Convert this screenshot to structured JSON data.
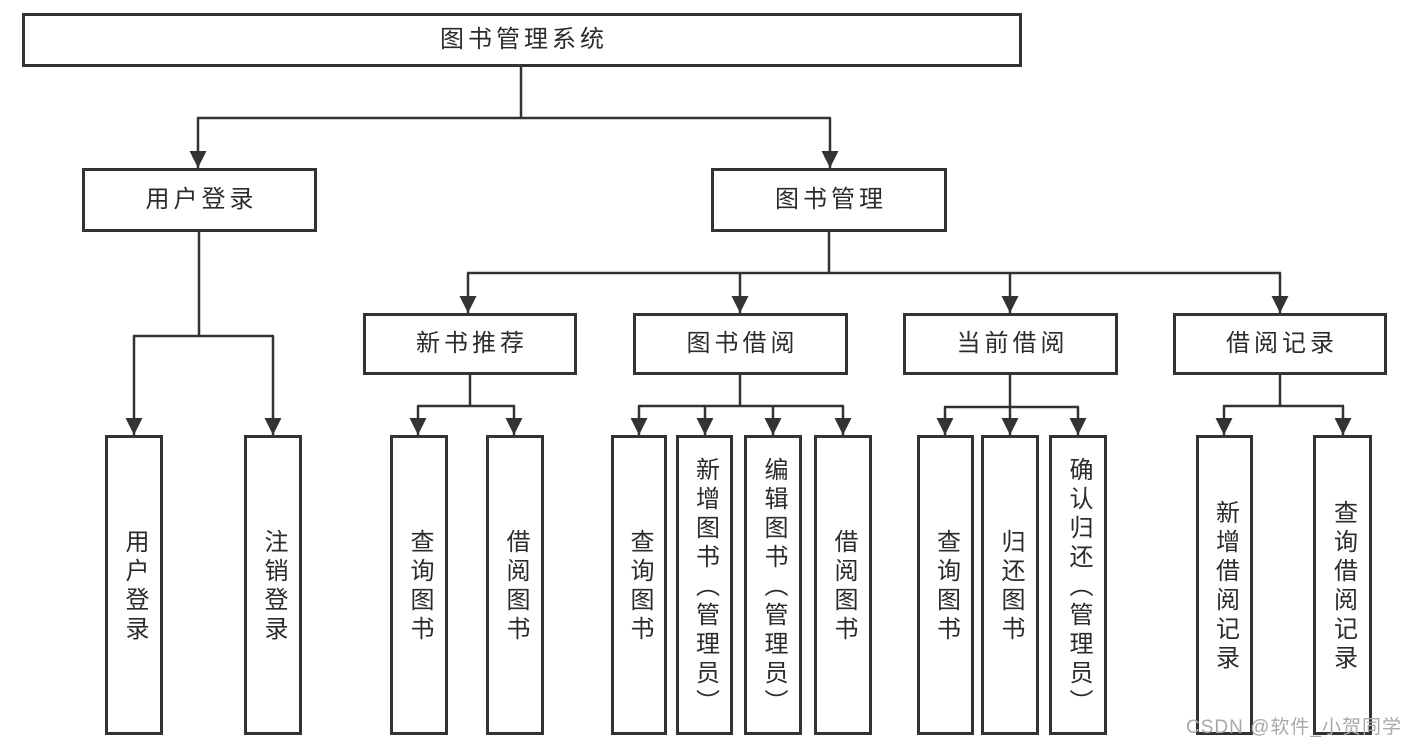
{
  "diagram": {
    "type": "hierarchy-tree",
    "root": "图书管理系统",
    "level2": [
      "用户登录",
      "图书管理"
    ],
    "level3": [
      "新书推荐",
      "图书借阅",
      "当前借阅",
      "借阅记录"
    ],
    "leaves_user": [
      "用户登录",
      "注销登录"
    ],
    "leaves_newbook": [
      "查询图书",
      "借阅图书"
    ],
    "leaves_borrow": [
      "查询图书",
      "新增图书（管理员）",
      "编辑图书（管理员）",
      "借阅图书"
    ],
    "leaves_current": [
      "查询图书",
      "归还图书",
      "确认归还（管理员）"
    ],
    "leaves_records": [
      "新增借阅记录",
      "查询借阅记录"
    ],
    "watermark": "CSDN @软件_小贺同学",
    "colors": {
      "line": "#333333",
      "box_border": "#333333",
      "text": "#2b2b2b",
      "watermark": "#a9a9a9",
      "background": "#ffffff"
    }
  }
}
